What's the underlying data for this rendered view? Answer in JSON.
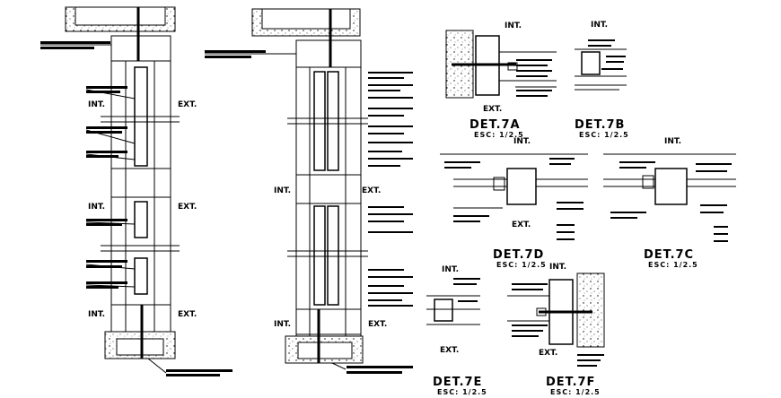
{
  "elevations": {
    "left": {
      "int_top": "INT.",
      "ext_top": "EXT.",
      "int_mid": "INT.",
      "ext_mid": "EXT.",
      "int_bottom": "INT.",
      "ext_bottom": "EXT."
    },
    "center": {
      "int_mid": "INT.",
      "ext_mid": "EXT.",
      "int_bottom": "INT.",
      "ext_bottom": "EXT."
    }
  },
  "details": {
    "d7a": {
      "title": "DET.7A",
      "scale": "ESC: 1/2.5",
      "int": "INT.",
      "ext": "EXT."
    },
    "d7b": {
      "title": "DET.7B",
      "scale": "ESC: 1/2.5",
      "int": "INT."
    },
    "d7c": {
      "title": "DET.7C",
      "scale": "ESC: 1/2.5",
      "int": "INT."
    },
    "d7d": {
      "title": "DET.7D",
      "scale": "ESC: 1/2.5",
      "int": "INT.",
      "ext": "EXT."
    },
    "d7e": {
      "title": "DET.7E",
      "scale": "ESC: 1/2.5",
      "int": "INT.",
      "ext": "EXT."
    },
    "d7f": {
      "title": "DET.7F",
      "scale": "ESC: 1/2.5",
      "int": "INT.",
      "ext": "EXT."
    }
  }
}
